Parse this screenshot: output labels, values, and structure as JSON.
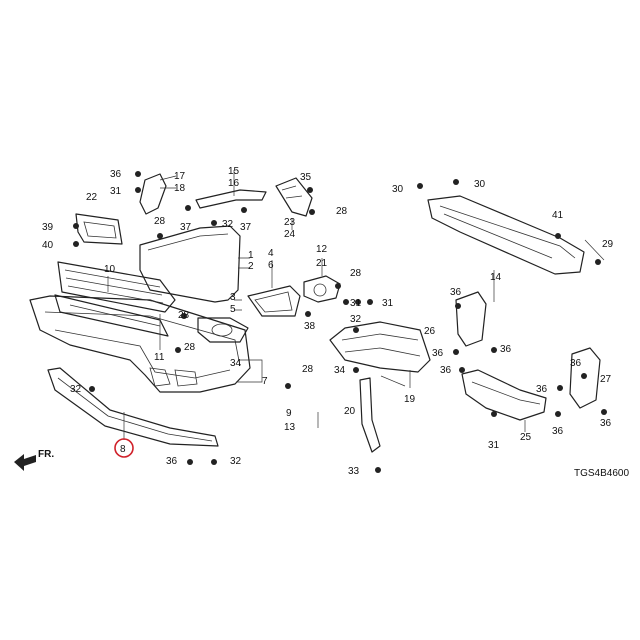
{
  "diagram_code": "TGS4B4600",
  "direction_label": "FR.",
  "highlight_color": "#d0212a",
  "highlighted_part": "8",
  "callouts": [
    "1",
    "2",
    "3",
    "4",
    "5",
    "6",
    "7",
    "8",
    "9",
    "10",
    "11",
    "12",
    "13",
    "14",
    "15",
    "16",
    "17",
    "18",
    "19",
    "20",
    "21",
    "22",
    "23",
    "24",
    "25",
    "26",
    "27",
    "28",
    "29",
    "30",
    "31",
    "32",
    "33",
    "34",
    "35",
    "36",
    "37",
    "38",
    "39",
    "40",
    "41"
  ]
}
